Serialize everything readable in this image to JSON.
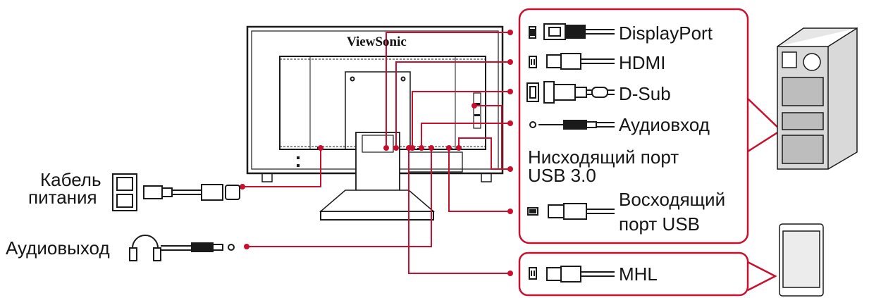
{
  "colors": {
    "accent": "#c8102e",
    "line": "#1a1a1a",
    "device_gray": "#d9d9d9"
  },
  "monitor": {
    "brand": "ViewSonic"
  },
  "left_labels": {
    "power_cable_line1": "Кабель",
    "power_cable_line2": "питания",
    "audio_out": "Аудиовыход"
  },
  "ports": {
    "displayport": "DisplayPort",
    "hdmi": "HDMI",
    "dsub": "D-Sub",
    "audio_in": "Аудиовход",
    "usb_down_line1": "Нисходящий порт",
    "usb_down_line2": "USB 3.0",
    "usb_up_line1": "Восходящий",
    "usb_up_line2": "порт USB",
    "mhl": "MHL"
  },
  "icons": [
    "power-outlet-icon",
    "power-plug-icon",
    "headphones-icon",
    "audio-jack-icon",
    "displayport-connector-icon",
    "hdmi-connector-icon",
    "dsub-connector-icon",
    "usb-connector-icon",
    "mhl-connector-icon",
    "desktop-pc-icon",
    "smartphone-icon"
  ]
}
